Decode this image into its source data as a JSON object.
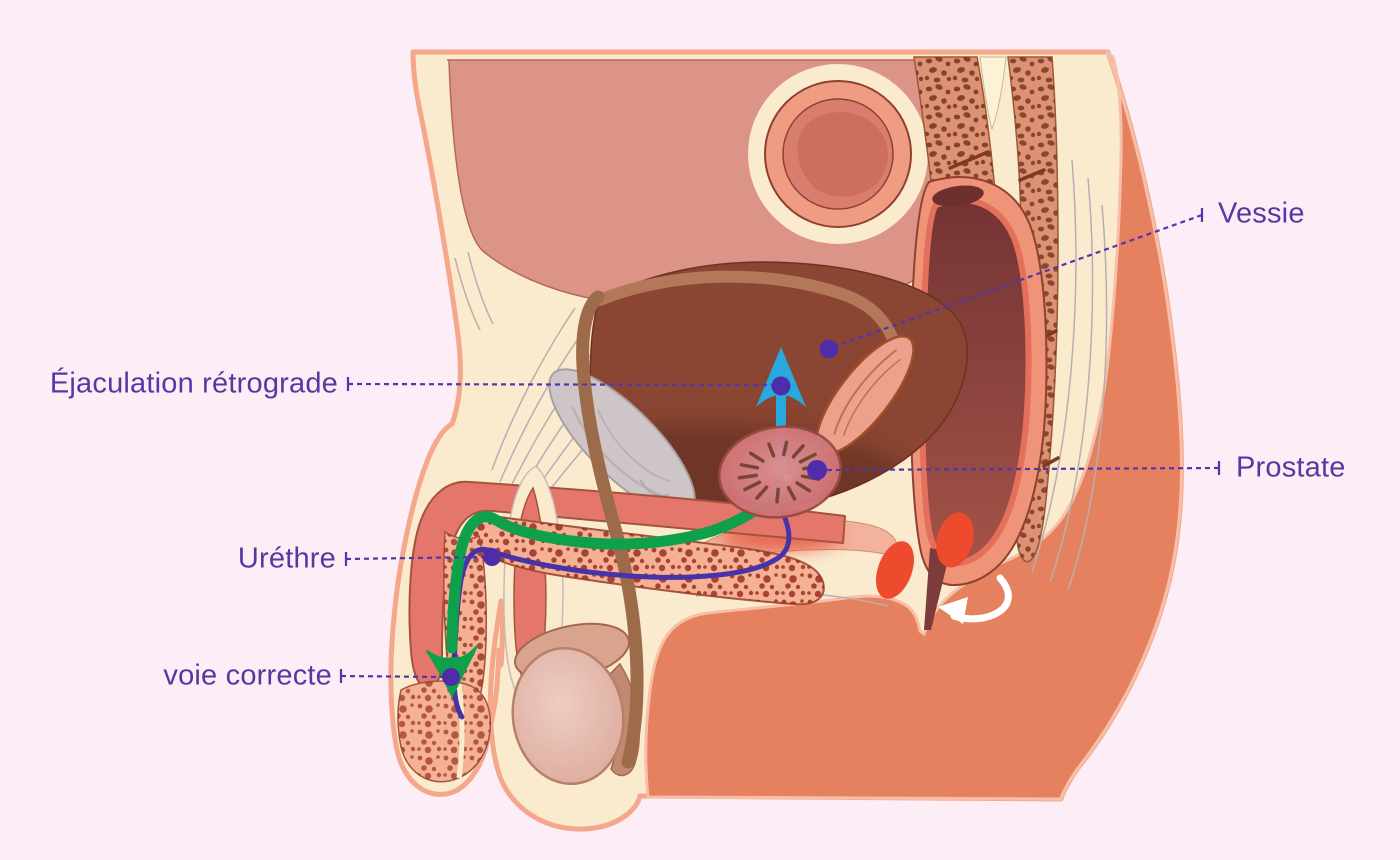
{
  "diagram": {
    "labels": {
      "vessie": "Vessie",
      "ejaculation_retrograde": "Éjaculation rétrograde",
      "prostate": "Prostate",
      "urethre": "Uréthre",
      "voie_correcte": "voie correcte"
    },
    "colors": {
      "background": "#FCEDF6",
      "label_text": "#5638A2",
      "leader_line": "#5136AE",
      "leader_dot": "#4F2DA8",
      "retrograde_arrow": "#29A8E0",
      "correct_path_arrow": "#0FA04C",
      "urethra_line": "#4733A8",
      "body_fill": "#FAEACE",
      "body_outline": "#F4A78B",
      "gluteal_fill": "#E5815F",
      "abdomen_fill": "#DD9488",
      "bladder_fill": "#8A4632",
      "prostate_fill": "#D3757A",
      "rectum_wall": "#EF9478",
      "bone_fill": "#DC9273",
      "sphincter_red": "#EE4B2E",
      "anus_arrow": "#FFFFFF"
    }
  }
}
